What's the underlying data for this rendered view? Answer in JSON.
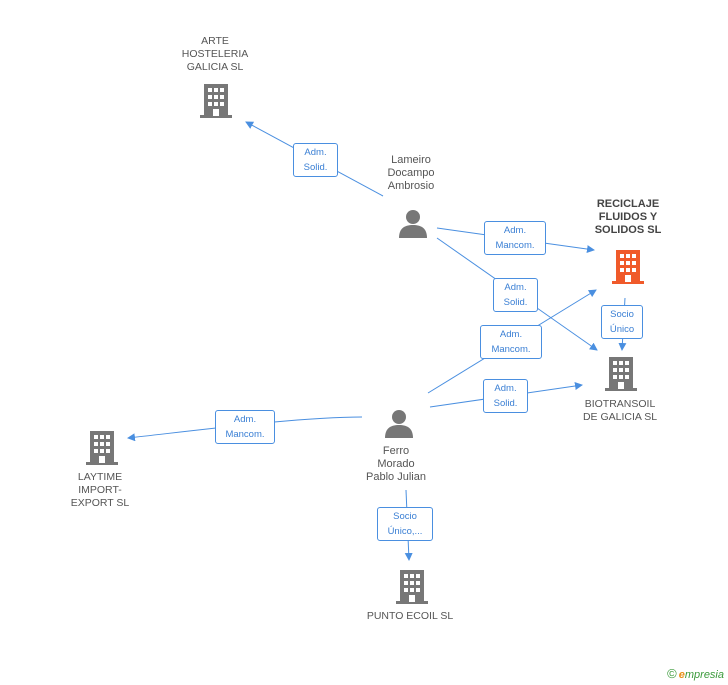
{
  "companies": {
    "arte": {
      "name": "ARTE\nHOSTELERIA\nGALICIA SL"
    },
    "reciclaje": {
      "name": "RECICLAJE\nFLUIDOS Y\nSOLIDOS SL",
      "color": "#f05a2a"
    },
    "biotransoil": {
      "name": "BIOTRANSOIL\nDE GALICIA  SL"
    },
    "laytime": {
      "name": "LAYTIME\nIMPORT-\nEXPORT SL"
    },
    "punto": {
      "name": "PUNTO ECOIL SL"
    }
  },
  "persons": {
    "lameiro": {
      "name": "Lameiro\nDocampo\nAmbrosio"
    },
    "ferro": {
      "name": "Ferro\nMorado\nPablo Julian"
    }
  },
  "relations": {
    "r1": "Adm.\nSolid.",
    "r2": "Adm.\nMancom.",
    "r3": "Adm.\nSolid.",
    "r4": "Socio\nÚnico",
    "r5": "Adm.\nMancom.",
    "r6": "Adm.\nSolid.",
    "r7": "Adm.\nMancom.",
    "r8": "Socio\nÚnico,..."
  },
  "colors": {
    "edge": "#4a8fe0",
    "icon": "#777777",
    "highlight": "#f05a2a"
  },
  "footer": {
    "copyright": "©",
    "brand_e": "e",
    "brand_rest": "mpresia"
  }
}
